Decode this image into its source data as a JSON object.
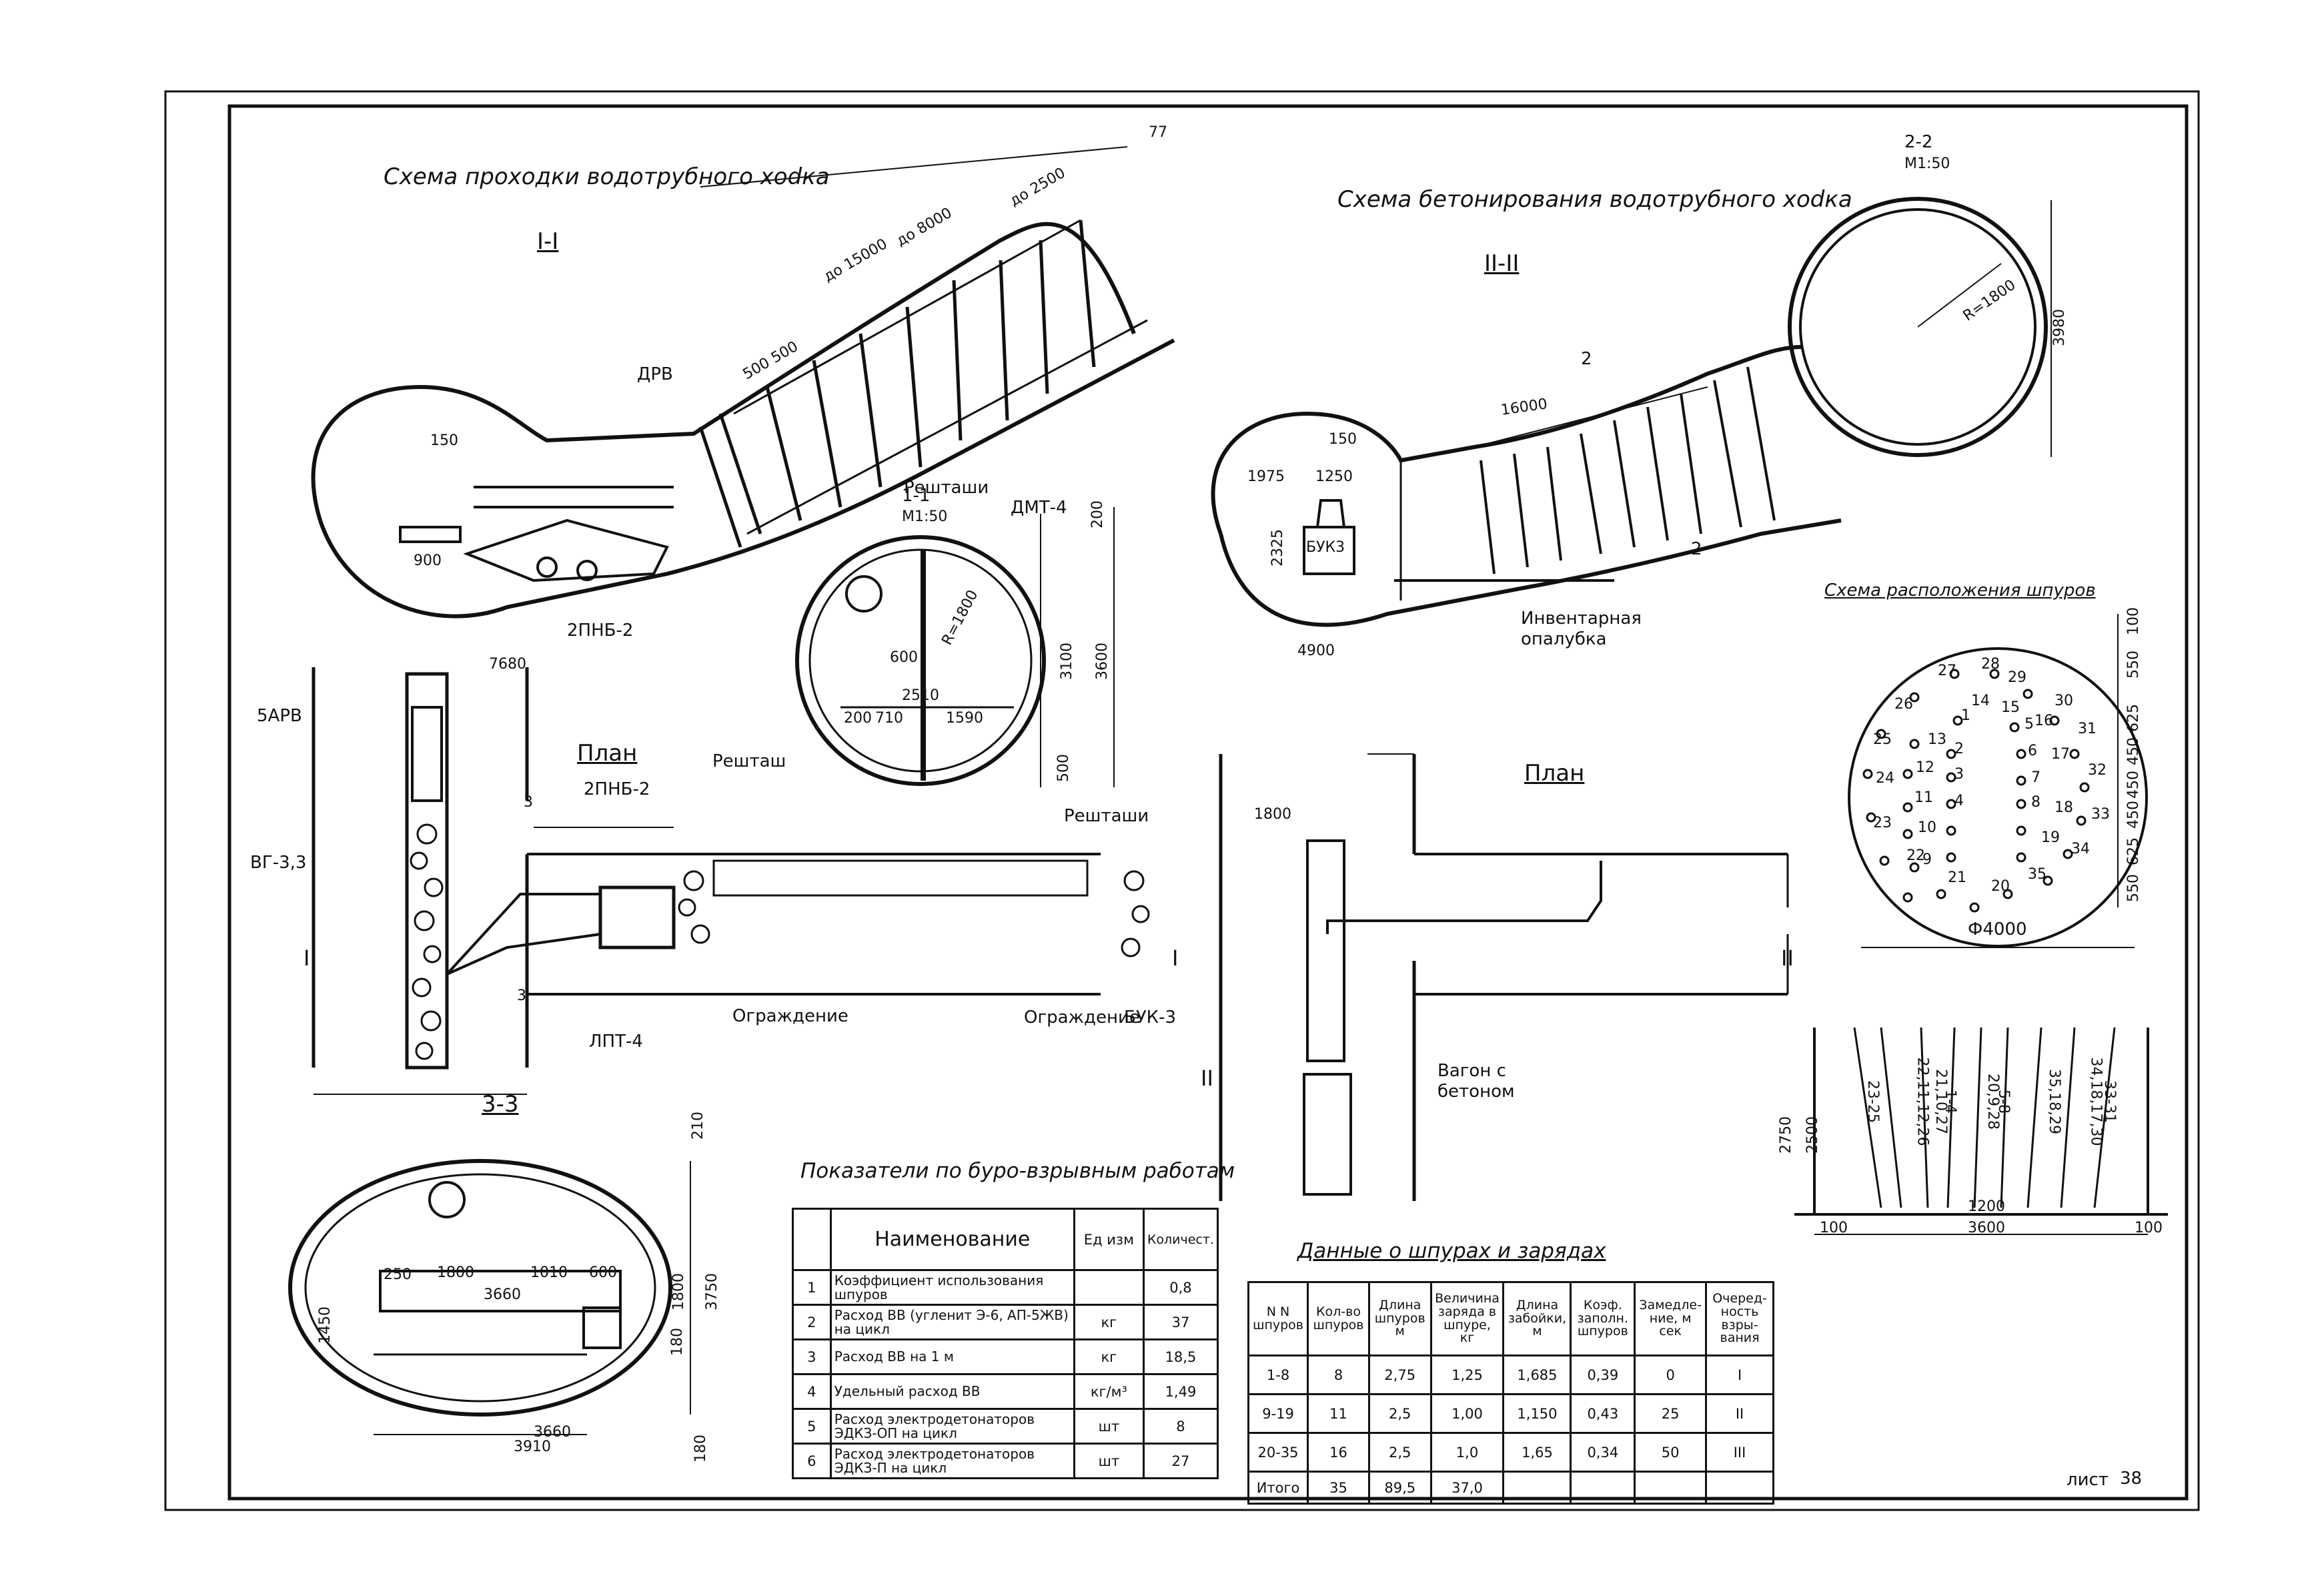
{
  "sheet": {
    "page_number": "77",
    "sheet_label": "лист",
    "sheet_number": "38"
  },
  "driving": {
    "title": "Схема проходки водотрубного хodка",
    "section_I": "I-I",
    "dims": {
      "d15000": "до 15000",
      "d8000": "до 8000",
      "d2500": "до 2500",
      "d500": "500 500",
      "d150": "150",
      "d900": "900",
      "d7680": "7680"
    },
    "labels": {
      "drv": "ДРВ",
      "pnb": "2ПНБ-2",
      "rez": "Решташи",
      "dmt": "ДМТ-4"
    }
  },
  "section_1_1": {
    "title": "1-1",
    "scale": "М1:50",
    "r": "R=1800",
    "d600": "600",
    "d2510": "2510",
    "d200": "200",
    "d710": "710",
    "d1590": "1590",
    "d200v": "200",
    "d3100": "3100",
    "d3600": "3600",
    "d500": "500",
    "reshtak": "Решташ"
  },
  "plan_left": {
    "title": "План",
    "pnb": "2ПНБ-2",
    "sarv": "5АРВ",
    "vg": "ВГ-3,3",
    "lpt": "ЛПТ-4",
    "ograzh1": "Ограждение",
    "ograzh2": "Ограждение",
    "reshtaki": "Решташи",
    "buk": "БУК-3",
    "mark3a": "3",
    "mark3b": "3",
    "markI": "I",
    "markI2": "I"
  },
  "section_3_3": {
    "title": "3-3",
    "d210": "210",
    "d1800": "1800",
    "d1010": "1010",
    "d600": "600",
    "d3660": "3660",
    "d250": "250",
    "d1450": "1450",
    "d3750": "3750",
    "d1800v": "1800",
    "d180": "180",
    "d3910": "3910",
    "d660": "3660",
    "d180b": "180"
  },
  "concreting": {
    "title": "Схема бетонирования водотрубного хodка",
    "section_II": "II-II",
    "d16000": "16000",
    "d150": "150",
    "d1975": "1975",
    "d1250": "1250",
    "d2325": "2325",
    "d4900": "4900",
    "buk": "БУК3",
    "formwork": "Инвентарная опалубка",
    "mark2a": "2",
    "mark2b": "2"
  },
  "plan_right": {
    "title": "План",
    "d1800": "1800",
    "wagon": "Вагон с бетоном",
    "markII": "II",
    "markII2": "II"
  },
  "section_2_2": {
    "title": "2-2",
    "scale": "М1:50",
    "r": "R=1800",
    "d3980": "3980"
  },
  "holes": {
    "title": "Схема расположения шпуров",
    "diameter": "Ф4000",
    "numbers": [
      "1",
      "2",
      "3",
      "4",
      "5",
      "6",
      "7",
      "8",
      "9",
      "10",
      "11",
      "12",
      "13",
      "14",
      "15",
      "16",
      "17",
      "18",
      "19",
      "20",
      "21",
      "22",
      "23",
      "24",
      "25",
      "26",
      "27",
      "28",
      "29",
      "30",
      "31",
      "32",
      "33",
      "34",
      "35"
    ],
    "side_dims": [
      "100",
      "550",
      "625",
      "450",
      "450",
      "450",
      "625",
      "550"
    ]
  },
  "profile": {
    "d2750": "2750",
    "d2500": "2500",
    "d1200": "1200",
    "d3600": "3600",
    "d100a": "100",
    "d100b": "100",
    "groups": [
      "23-25",
      "22,11,12,26",
      "21,10,27",
      "1-4",
      "20,9,28",
      "5-8",
      "35,18,29",
      "34,18,17,30",
      "33-31"
    ]
  },
  "indicators": {
    "title": "Показатели по буро-взрывным работам",
    "headers": [
      "",
      "Наименование",
      "Ед изм",
      "Количест."
    ],
    "rows": [
      [
        "1",
        "Коэффициент использования шпуров",
        "",
        "0,8"
      ],
      [
        "2",
        "Расход ВВ (угленит Э-6, АП-5ЖВ) на цикл",
        "кг",
        "37"
      ],
      [
        "3",
        "Расход ВВ на 1 м",
        "кг",
        "18,5"
      ],
      [
        "4",
        "Удельный расход ВВ",
        "кг/м³",
        "1,49"
      ],
      [
        "5",
        "Расход электродетонаторов ЭДКЗ-ОП на цикл",
        "шт",
        "8"
      ],
      [
        "6",
        "Расход электродетонаторов ЭДКЗ-П на цикл",
        "шт",
        "27"
      ]
    ]
  },
  "hole_data": {
    "title": "Данные о шпурах и зарядах",
    "headers": [
      "N N шпуров",
      "Кол-во шпуров",
      "Длина шпуров м",
      "Величина заряда в шпуре, кг",
      "Длина забойки, м",
      "Коэф. заполн. шпуров",
      "Замедле-ние, м сек",
      "Очеред-ность взры-вания"
    ],
    "rows": [
      [
        "1-8",
        "8",
        "2,75",
        "1,25",
        "1,685",
        "0,39",
        "0",
        "I"
      ],
      [
        "9-19",
        "11",
        "2,5",
        "1,00",
        "1,150",
        "0,43",
        "25",
        "II"
      ],
      [
        "20-35",
        "16",
        "2,5",
        "1,0",
        "1,65",
        "0,34",
        "50",
        "III"
      ],
      [
        "Итого",
        "35",
        "89,5",
        "37,0",
        "",
        "",
        "",
        ""
      ]
    ]
  }
}
